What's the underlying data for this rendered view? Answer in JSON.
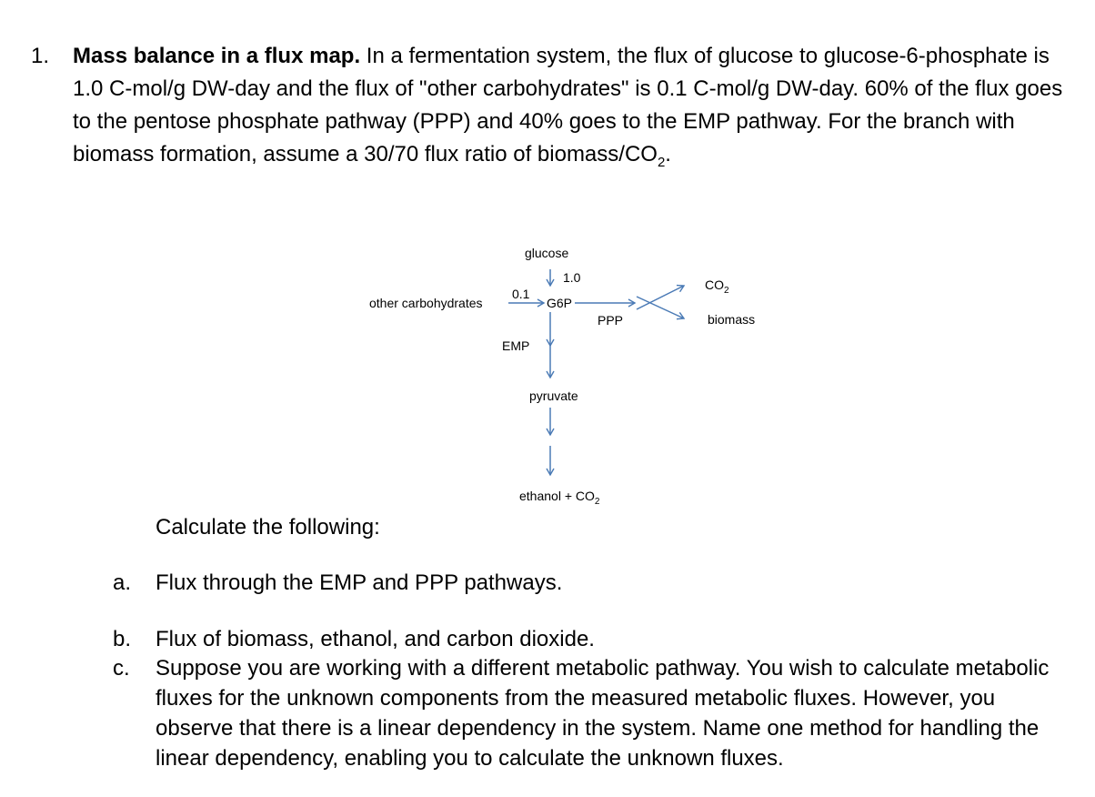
{
  "question": {
    "number": "1.",
    "title": "Mass balance in a flux map.",
    "body": " In a fermentation system, the flux of glucose to glucose-6-phosphate is 1.0 C-mol/g DW-day and the flux of \"other carbohydrates\" is 0.1 C-mol/g DW-day. 60% of the flux goes to the pentose phosphate pathway (PPP) and 40% goes to the EMP pathway.  For the branch with biomass formation, assume a 30/70 flux ratio of biomass/CO",
    "body_sub": "2",
    "body_end": "."
  },
  "diagram": {
    "glucose": "glucose",
    "glucose_flux": "1.0",
    "other_carbs": "other carbohydrates",
    "other_flux": "0.1",
    "g6p": "G6P",
    "ppp": "PPP",
    "co2": "CO",
    "co2_sub": "2",
    "biomass": "biomass",
    "emp": "EMP",
    "pyruvate": "pyruvate",
    "ethanol": "ethanol + CO",
    "ethanol_sub": "2",
    "arrow_color": "#4a7ab5"
  },
  "calculate_heading": "Calculate the following:",
  "subquestions": [
    {
      "letter": "a.",
      "text": "Flux through the EMP and PPP pathways."
    },
    {
      "letter": "b.",
      "text": "Flux of biomass, ethanol, and carbon dioxide."
    },
    {
      "letter": "c.",
      "text": "Suppose you are working with a different metabolic pathway.  You wish to calculate metabolic fluxes for the unknown components from the measured metabolic fluxes. However, you observe that there is a linear dependency in the system.  Name one method for handling the linear dependency, enabling you to calculate the unknown fluxes."
    }
  ]
}
